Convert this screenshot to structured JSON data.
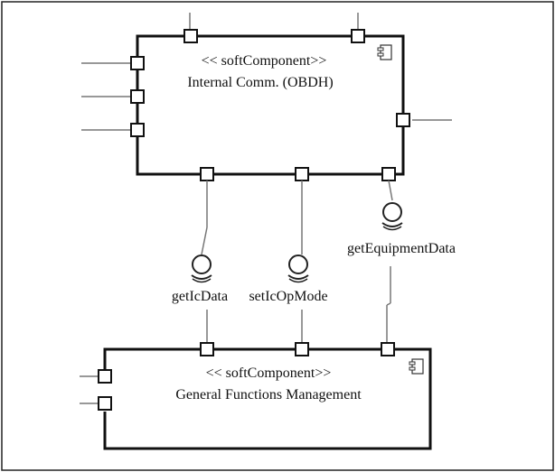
{
  "components": [
    {
      "stereotype": "<< softComponent>>",
      "name": "Internal Comm. (OBDH)",
      "icon": "component-icon"
    },
    {
      "stereotype": "<< softComponent>>",
      "name": "General Functions Management",
      "icon": "component-icon"
    }
  ],
  "interfaces": [
    {
      "label": "getIcData",
      "icon": "provided-interface-icon"
    },
    {
      "label": "setIcOpMode",
      "icon": "provided-interface-icon"
    },
    {
      "label": "getEquipmentData",
      "icon": "provided-interface-icon"
    }
  ]
}
